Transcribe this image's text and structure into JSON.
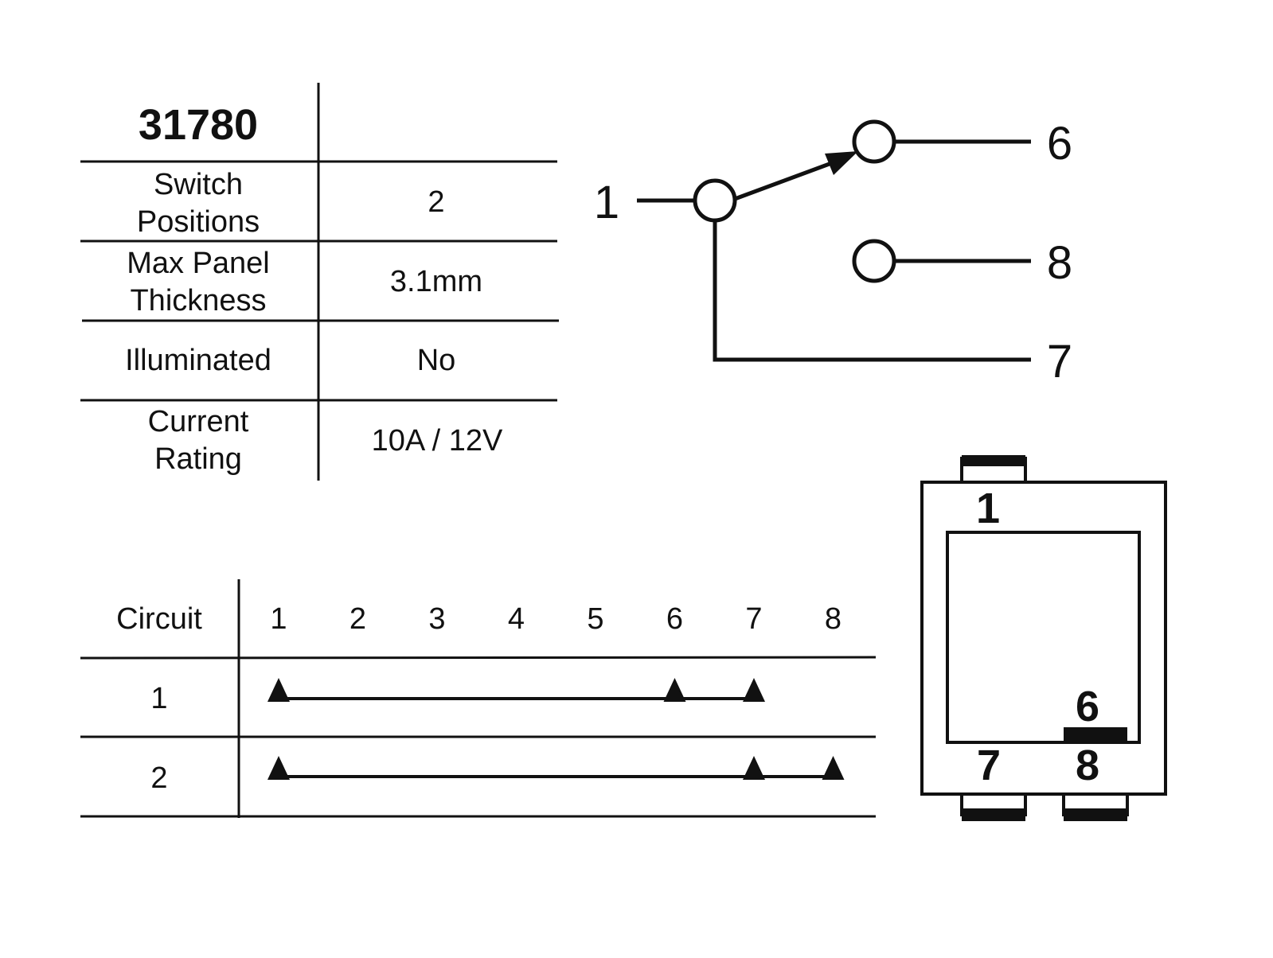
{
  "part_number": "31780",
  "specs": [
    {
      "label_lines": [
        "Switch",
        "Positions"
      ],
      "value": "2"
    },
    {
      "label_lines": [
        "Max Panel",
        "Thickness"
      ],
      "value": "3.1mm"
    },
    {
      "label_lines": [
        "Illuminated"
      ],
      "value": "No"
    },
    {
      "label_lines": [
        "Current",
        "Rating"
      ],
      "value": "10A / 12V"
    }
  ],
  "schematic": {
    "common_terminal": "1",
    "terminals": [
      "6",
      "8",
      "7"
    ]
  },
  "circuit_table": {
    "header_label": "Circuit",
    "columns": [
      "1",
      "2",
      "3",
      "4",
      "5",
      "6",
      "7",
      "8"
    ],
    "rows": [
      {
        "label": "1",
        "connections": [
          "1",
          "6",
          "7"
        ]
      },
      {
        "label": "2",
        "connections": [
          "1",
          "7",
          "8"
        ]
      }
    ]
  },
  "pin_layout": {
    "top_pin": "1",
    "inner_pin": "6",
    "bottom_left_pin": "7",
    "bottom_right_pin": "8"
  }
}
